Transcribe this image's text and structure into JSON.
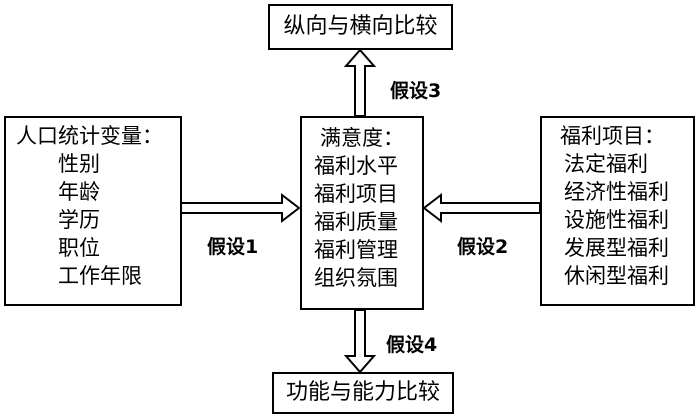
{
  "top_box": {
    "title": "纵向与横向比较"
  },
  "bottom_box": {
    "title": "功能与能力比较"
  },
  "left_box": {
    "title": "人口统计变量：",
    "items": [
      "性别",
      "年龄",
      "学历",
      "职位",
      "工作年限"
    ]
  },
  "center_box": {
    "title": "满意度：",
    "items": [
      "福利水平",
      "福利项目",
      "福利质量",
      "福利管理",
      "组织氛围"
    ]
  },
  "right_box": {
    "title": "福利项目：",
    "items": [
      "法定福利",
      "经济性福利",
      "设施性福利",
      "发展型福利",
      "休闲型福利"
    ]
  },
  "hypotheses": {
    "h1": "假设1",
    "h2": "假设2",
    "h3": "假设3",
    "h4": "假设4"
  }
}
